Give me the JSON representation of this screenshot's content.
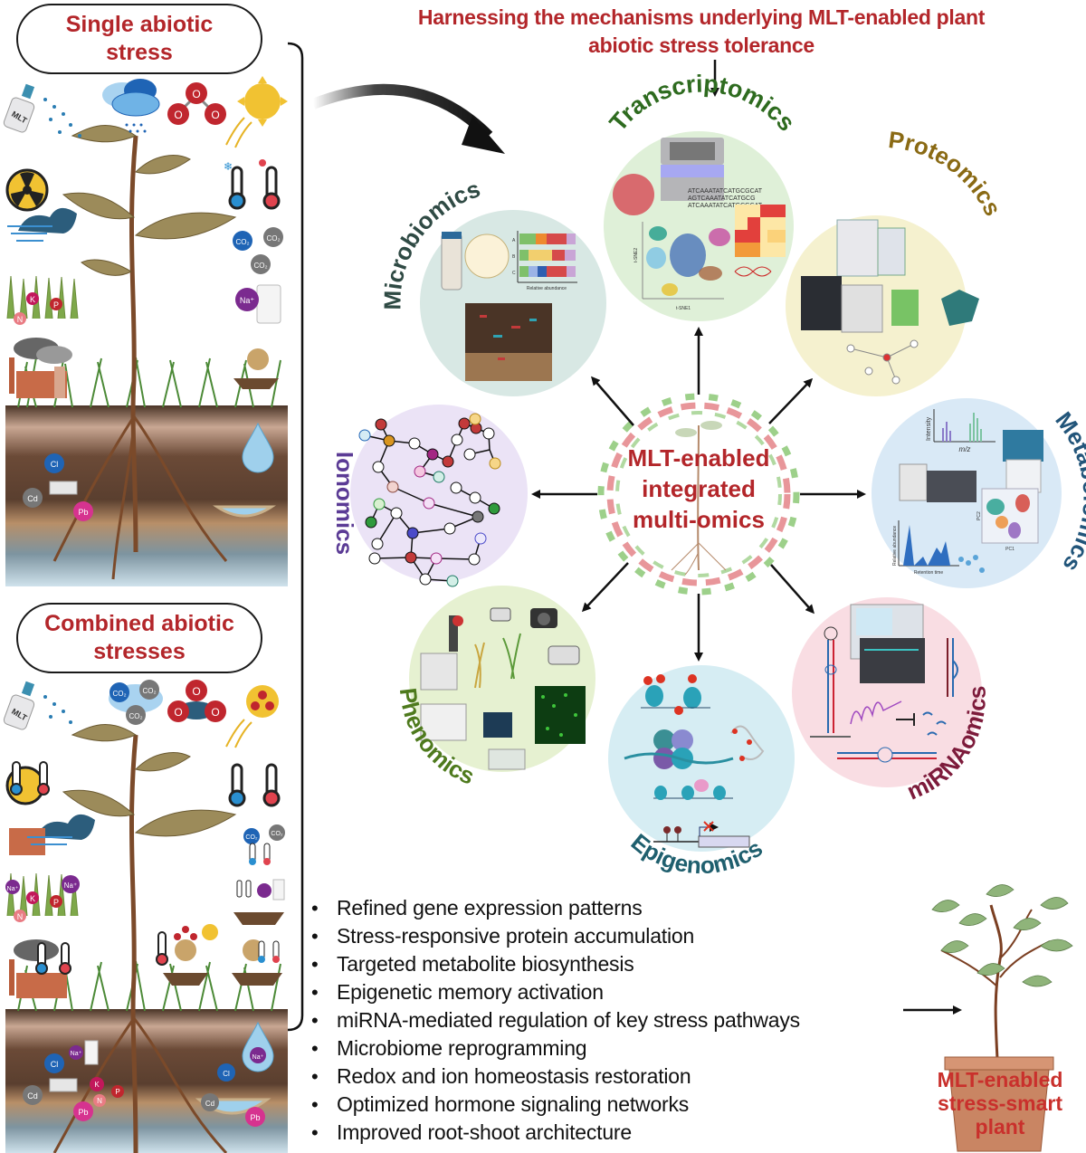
{
  "title": {
    "line1": "Harnessing the mechanisms underlying MLT-enabled plant",
    "line2": "abiotic stress tolerance"
  },
  "left_panels": [
    {
      "heading_line1": "Single abiotic",
      "heading_line2": "stress",
      "icons": [
        "MLT spray bottle",
        "rain cloud",
        "ozone molecule",
        "sun / UV",
        "radiation",
        "cold thermometer",
        "heat thermometer",
        "wind cloud",
        "CO2",
        "nutrient deficiency",
        "Na+ salt",
        "industrial pollution",
        "drought",
        "flooding",
        "heavy metals"
      ],
      "spray_label": "MLT",
      "ion_labels": [
        "CO₂",
        "CO₂",
        "CO₂",
        "K",
        "P",
        "N",
        "Na⁺",
        "Cl",
        "Cd",
        "Pb"
      ]
    },
    {
      "heading_line1": "Combined abiotic",
      "heading_line2": "stresses",
      "spray_label": "MLT",
      "ion_labels": [
        "CO₂",
        "CO₂",
        "CO₂",
        "Na⁺",
        "K",
        "P",
        "N",
        "Na⁺",
        "Cl",
        "Na⁺",
        "K",
        "P",
        "N",
        "Cd",
        "Pb",
        "Na⁺",
        "Cl",
        "Cd",
        "Pb"
      ]
    }
  ],
  "hub": {
    "line1": "MLT-enabled",
    "line2": "integrated",
    "line3": "multi-omics"
  },
  "omics": [
    {
      "id": "transcriptomics",
      "label": "Transcriptomics",
      "color": "#2e6b1f",
      "bg": "#dff0d8"
    },
    {
      "id": "proteomics",
      "label": "Proteomics",
      "color": "#8a6a14",
      "bg": "#f5f1cf"
    },
    {
      "id": "metabolomics",
      "label": "Metabolomics",
      "color": "#22557a",
      "bg": "#d9e9f6"
    },
    {
      "id": "mirnaomics",
      "label": "miRNAomics",
      "color": "#7d1b3b",
      "bg": "#f9dde3"
    },
    {
      "id": "epigenomics",
      "label": "Epigenomics",
      "color": "#1f5f6e",
      "bg": "#d6edf3"
    },
    {
      "id": "phenomics",
      "label": "Phenomics",
      "color": "#4e7a1d",
      "bg": "#e6f1d1"
    },
    {
      "id": "ionomics",
      "label": "Ionomics",
      "color": "#5b3b95",
      "bg": "#ebe3f6"
    },
    {
      "id": "microbiomics",
      "label": "Microbiomics",
      "color": "#2f4a44",
      "bg": "#d8e8e4"
    }
  ],
  "mini_labels": {
    "relative_abundance": "Relative abundance",
    "bars": [
      "A",
      "B",
      "C"
    ],
    "tsne_x": "t-SNE1",
    "tsne_y": "t-SNE2",
    "seq": [
      "ATCAAATATCATGCGCAT",
      "AGTCAAATATCATGCG",
      "ATCAAATATCATGCGCAT"
    ],
    "intensity": "Intensity",
    "mz": "m/z",
    "rel_ab": "Relative abundance",
    "retention": "Retention time",
    "pc1": "PC1",
    "pc2": "PC2"
  },
  "outcomes": [
    "Refined gene expression patterns",
    "Stress-responsive protein accumulation",
    "Targeted metabolite biosynthesis",
    "Epigenetic memory activation",
    "miRNA-mediated regulation of key stress pathways",
    "Microbiome reprogramming",
    "Redox and ion homeostasis restoration",
    "Optimized hormone signaling networks",
    "Improved root-shoot architecture"
  ],
  "result": {
    "line1": "MLT-enabled",
    "line2": "stress-smart",
    "line3": "plant"
  }
}
